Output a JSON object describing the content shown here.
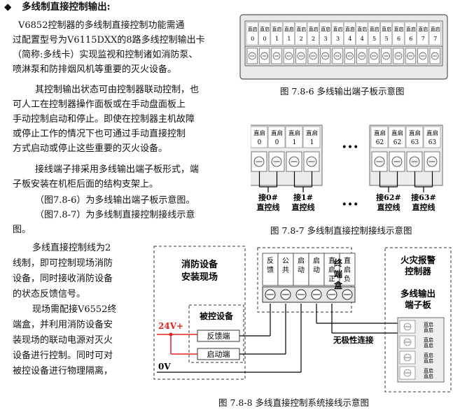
{
  "heading": {
    "bullet": "◆",
    "title": "多线制直接控制输出:"
  },
  "para1": [
    "V6852控制器的多线制直接控制功能需通",
    "过配置型号为V6115DXX的8路多线控制输出卡",
    "（简称:多线卡）实现监视和控制诸如消防泵、",
    "喷淋泵和防排烟风机等重要的灭火设备。"
  ],
  "para2": [
    "其控制输出状态可由控制器联动控制，也",
    "可人工在控制器操作面板或在手动盘面板上",
    "手动控制启动和停止。即使在控制器主机故障",
    "或停止工作的情况下也可通过手动直接控制",
    "方式启动或停止这些重要的灭火设备。"
  ],
  "para3": [
    "接线端子排采用多线输出端子板形式，端",
    "子板安装在机柜后面的结构支架上。"
  ],
  "para4": [
    "（图7.8-6）为多线输出端子板示意图。",
    "（图7.8-7）为多线制直接控制接线示意",
    "图。"
  ],
  "para5": [
    "多线直接控制线为2",
    "线制，即可控制现场消防",
    "设备，同时接收消防设备",
    "的状态反馈信号。"
  ],
  "para6": [
    "现场需配接V6552终",
    "端盒，并利用消防设备安",
    "装现场的联动电源对灭火",
    "设备进行控制。同时可对",
    "被控设备进行物理隔离，"
  ],
  "fig6": {
    "caption": "图 7.8-6  多线输出端子板示意图",
    "labels_top": [
      "直启",
      "直启",
      "直启",
      "直启",
      "直启",
      "直启",
      "直启",
      "直启",
      "直启",
      "直启",
      "直启",
      "直启",
      "直启",
      "直启",
      "直启",
      "直启"
    ],
    "labels_num": [
      "0",
      "0",
      "1",
      "1",
      "2",
      "2",
      "3",
      "3",
      "4",
      "4",
      "5",
      "5",
      "6",
      "6",
      "7",
      "7"
    ]
  },
  "fig7": {
    "caption": "图 7.8-7  多线制直接控制接线示意图",
    "top_labels": [
      "直启",
      "直启",
      "直启",
      "直启",
      "直启",
      "直启",
      "直启",
      "直启"
    ],
    "num_labels": [
      "0",
      "0",
      "1",
      "1",
      "62",
      "62",
      "63",
      "63"
    ],
    "ellipsis": "•••",
    "conn_labels": [
      "接0#",
      "接1#",
      "接62#",
      "接63#"
    ],
    "conn_sub": "直控线"
  },
  "fig8": {
    "caption": "图 7.8-8  多线直接控制系统接线示意图",
    "site_title": [
      "消防设备",
      "安装现场"
    ],
    "device_title": "被控设备",
    "feedback": "反馈端",
    "start": "启动端",
    "v24": "24V+",
    "v0": "0V",
    "terminal_cols": [
      "反馈",
      "公共",
      "启动",
      "启动",
      "直启正",
      "直启负"
    ],
    "terminal_box": [
      "终",
      "端",
      "盒"
    ],
    "nonpolar": "无极性连接",
    "panel_title": [
      "火灾报警",
      "控制器"
    ],
    "panel_sub": [
      "多线输出",
      "端子板"
    ],
    "mini_labels": [
      "直启",
      "直启",
      "直启",
      "直启",
      "直启",
      "直启",
      "直启",
      "直启"
    ]
  },
  "colors": {
    "red": "#e0201b",
    "accent": "#000000",
    "box_bg": "#eaeaea"
  }
}
